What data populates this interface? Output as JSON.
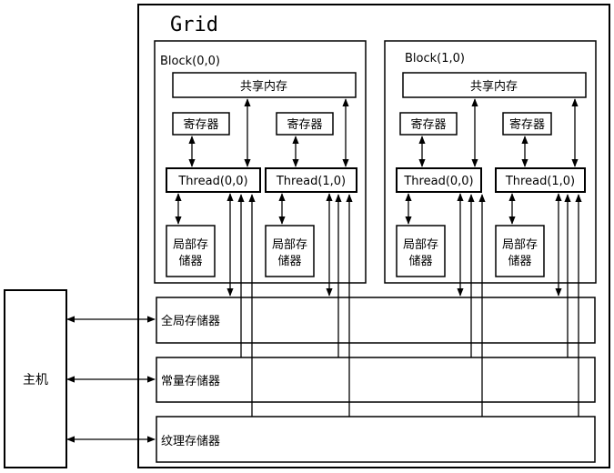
{
  "grid": {
    "title": "Grid"
  },
  "host": {
    "label": "主机"
  },
  "blocks": [
    {
      "title": "Block(0,0)",
      "shared_memory": "共享内存",
      "threads": [
        {
          "registers": "寄存器",
          "thread": "Thread(0,0)",
          "local_line1": "局部存",
          "local_line2": "储器"
        },
        {
          "registers": "寄存器",
          "thread": "Thread(1,0)",
          "local_line1": "局部存",
          "local_line2": "储器"
        }
      ]
    },
    {
      "title": "Block(1,0)",
      "shared_memory": "共享内存",
      "threads": [
        {
          "registers": "寄存器",
          "thread": "Thread(0,0)",
          "local_line1": "局部存",
          "local_line2": "储器"
        },
        {
          "registers": "寄存器",
          "thread": "Thread(1,0)",
          "local_line1": "局部存",
          "local_line2": "储器"
        }
      ]
    }
  ],
  "memories": {
    "global": "全局存储器",
    "constant": "常量存储器",
    "texture": "纹理存储器"
  }
}
